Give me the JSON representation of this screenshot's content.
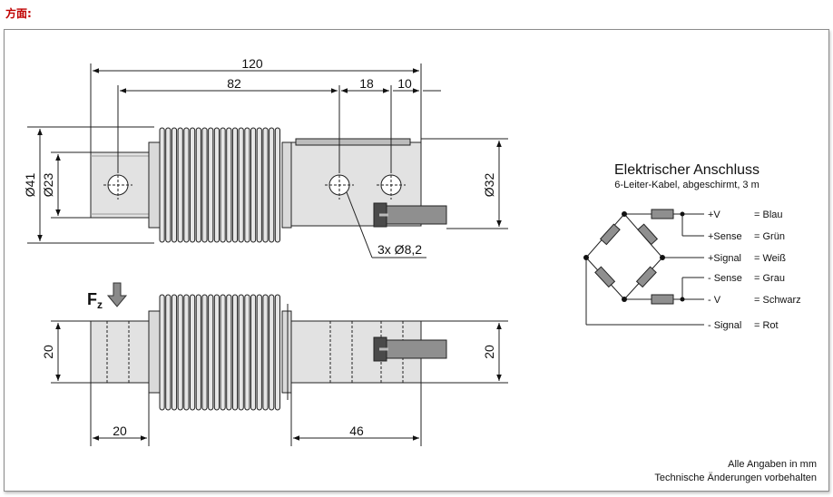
{
  "header": {
    "title": "方面:"
  },
  "drawing": {
    "dims": {
      "overall_length": "120",
      "hole_spacing": "82",
      "hole_offset": "18",
      "end_offset": "10",
      "outer_diameter": "Ø41",
      "inner_diameter": "Ø23",
      "right_diameter": "Ø32",
      "holes": "3x Ø8,2",
      "height_left": "20",
      "height_right": "20",
      "bottom_left": "20",
      "bottom_right": "46"
    },
    "force": {
      "main": "F",
      "sub": "z"
    }
  },
  "wiring": {
    "title": "Elektrischer Anschluss",
    "subtitle": "6-Leiter-Kabel, abgeschirmt, 3 m",
    "rows": [
      {
        "signal": "+V",
        "color": "= Blau"
      },
      {
        "signal": "+Sense",
        "color": "= Grün"
      },
      {
        "signal": "+Signal",
        "color": "= Weiß"
      },
      {
        "signal": "- Sense",
        "color": "= Grau"
      },
      {
        "signal": "- V",
        "color": "= Schwarz"
      },
      {
        "signal": "- Signal",
        "color": "= Rot"
      }
    ]
  },
  "notes": {
    "line1": "Alle Angaben in mm",
    "line2": "Technische Änderungen vorbehalten"
  },
  "colors": {
    "header": "#c00000",
    "part_fill": "#e2e2e2",
    "cable": "#8f8f8f",
    "connector": "#4a4a4a",
    "resistor": "#8f8f8f"
  }
}
